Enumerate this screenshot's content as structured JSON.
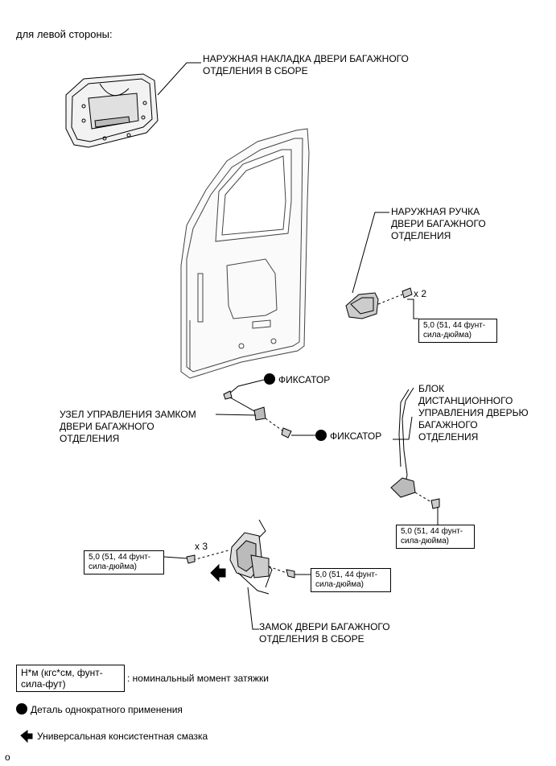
{
  "header": {
    "side": "для левой стороны:"
  },
  "parts": {
    "outer_garnish": "НАРУЖНАЯ НАКЛАДКА ДВЕРИ БАГАЖНОГО\nОТДЕЛЕНИЯ В СБОРЕ",
    "outside_handle": "НАРУЖНАЯ РУЧКА\nДВЕРИ БАГАЖНОГО\nОТДЕЛЕНИЯ",
    "lock_control": "УЗЕЛ УПРАВЛЕНИЯ ЗАМКОМ\nДВЕРИ БАГАЖНОГО\nОТДЕЛЕНИЯ",
    "remote_control": "БЛОК\nДИСТАНЦИОННОГО\nУПРАВЛЕНИЯ ДВЕРЬЮ\nБАГАЖНОГО\nОТДЕЛЕНИЯ",
    "door_lock": "ЗАМОК ДВЕРИ БАГАЖНОГО\nОТДЕЛЕНИЯ В СБОРЕ"
  },
  "clips": {
    "clip1": "ФИКСАТОР",
    "clip2": "ФИКСАТОР"
  },
  "quantities": {
    "handle_bolts": "x 2",
    "lock_screws": "x 3"
  },
  "torques": {
    "handle": "5,0 (51, 44 фунт-\nсила-дюйма)",
    "remote": "5,0 (51, 44 фунт-\nсила-дюйма)",
    "lock_left": "5,0 (51, 44 фунт-\nсила-дюйма)",
    "lock_right": "5,0 (51, 44 фунт-\nсила-дюйма)"
  },
  "legend": {
    "torque_box": "Н*м (кгс*см, фунт-\nсила-фут)",
    "torque_desc": ": номинальный момент затяжки",
    "non_reusable": "Деталь однократного применения",
    "grease": "Универсальная консистентная смазка"
  },
  "footer": {
    "code": "o"
  }
}
